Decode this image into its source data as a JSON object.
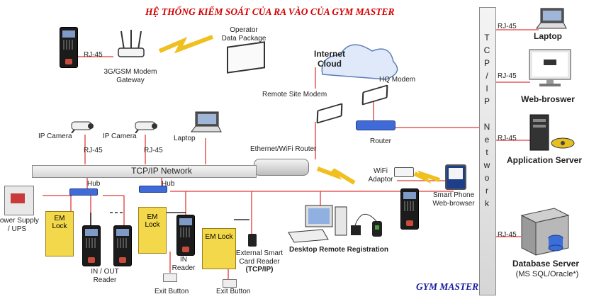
{
  "title": "HỆ THỐNG KIỂM SOÁT CỦA RA VÀO CỦA GYM MASTER",
  "brand": "GYM MASTER",
  "internet": {
    "line1": "Internet",
    "line2": "Cloud"
  },
  "operator": {
    "line1": "Operator",
    "line2": "Data Package"
  },
  "gsm": {
    "rj": "RJ-45",
    "line1": "3G/GSM Modem",
    "line2": "Gateway"
  },
  "remote_modem": "Remote Site Modem",
  "hq_modem": "HQ Modem",
  "router": "Router",
  "wifi_router": "Ethernet/WiFi Router",
  "tcp_network": "TCP/IP Network",
  "vertical_network": [
    "T",
    "C",
    "P",
    "/",
    "I",
    "P",
    "",
    "N",
    "e",
    "t",
    "w",
    "o",
    "r",
    "k"
  ],
  "ip_cameras": [
    {
      "label": "IP Camera",
      "rj": "RJ-45"
    },
    {
      "label": "IP Camera",
      "rj": "RJ-45"
    }
  ],
  "laptop_left": "Laptop",
  "wifi_adaptor": {
    "line1": "WiFi",
    "line2": "Adaptor"
  },
  "smartphone": {
    "line1": "Smart Phone",
    "line2": "Web-browser"
  },
  "hubs": [
    "Hub",
    "Hub"
  ],
  "power": {
    "line1": "Power Supply",
    "line2": "/ UPS"
  },
  "em_lock": "EM Lock",
  "in_out": {
    "line1": "IN  /  OUT",
    "line2": "Reader"
  },
  "in_reader": {
    "line1": "IN",
    "line2": "Reader"
  },
  "exit_buttons": [
    "Exit Button",
    "Exit Button"
  ],
  "ext_reader": {
    "line1": "External Smart",
    "line2": "Card Reader",
    "line3": "(TCP/IP)"
  },
  "desktop_reg": "Desktop Remote Registration",
  "right_devices": [
    {
      "rj": "RJ-45",
      "label": "Laptop"
    },
    {
      "rj": "RJ-45",
      "label": "Web-broswer"
    },
    {
      "rj": "RJ-45",
      "label": "Application Server"
    },
    {
      "rj": "RJ-45",
      "label": "Database Server",
      "sub": "(MS SQL/Oracle*)"
    }
  ],
  "colors": {
    "title": "#d40000",
    "brand": "#1a1aa0",
    "link": "#e03a3a",
    "wireless": "#f0c020",
    "lock": "#f2d84a"
  },
  "icons": [
    "fingerprint-terminal-icon",
    "wifi-router-icon",
    "package-icon",
    "cloud-icon",
    "modem-icon",
    "router-icon",
    "ip-camera-icon",
    "laptop-icon",
    "monitor-icon",
    "server-icon",
    "database-server-icon",
    "smartphone-icon",
    "hub-icon",
    "power-supply-icon",
    "em-lock-icon",
    "exit-button-icon",
    "card-reader-icon",
    "desktop-pc-icon",
    "wireless-link-icon"
  ]
}
